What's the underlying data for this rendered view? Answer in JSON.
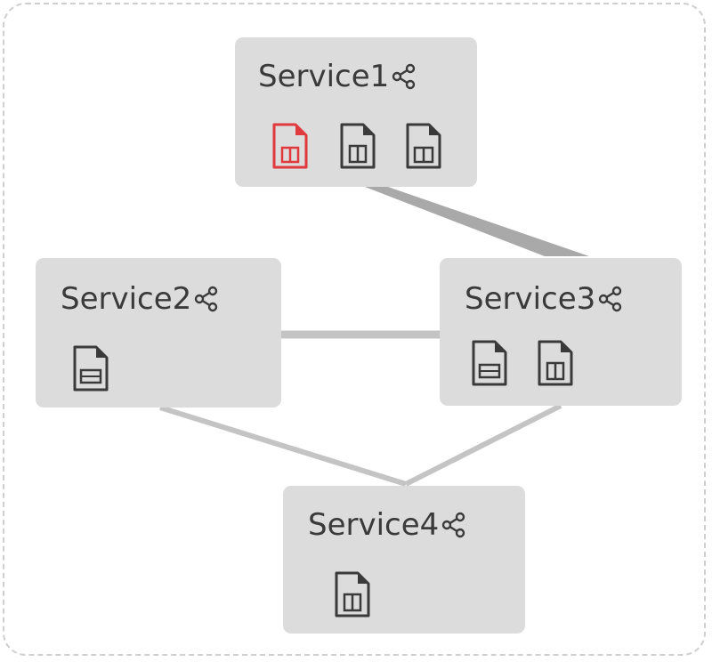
{
  "diagram": {
    "nodes": [
      {
        "id": "n1",
        "label": "Service1",
        "icons": [
          "file-icon-alert",
          "file-icon",
          "file-icon"
        ]
      },
      {
        "id": "n2",
        "label": "Service2",
        "icons": [
          "file-icon"
        ]
      },
      {
        "id": "n3",
        "label": "Service3",
        "icons": [
          "file-icon",
          "file-icon"
        ]
      },
      {
        "id": "n4",
        "label": "Service4",
        "icons": [
          "file-icon"
        ]
      }
    ],
    "edges": [
      {
        "from": "Service1",
        "to": "Service3",
        "emphasis": "thick"
      },
      {
        "from": "Service2",
        "to": "Service3",
        "emphasis": "normal"
      },
      {
        "from": "Service2",
        "to": "Service4",
        "emphasis": "normal"
      },
      {
        "from": "Service3",
        "to": "Service4",
        "emphasis": "normal"
      }
    ],
    "colors": {
      "node_fill": "#dcdcdc",
      "edge": "#c4c4c4",
      "edge_thick": "#a9a9a9",
      "icon_stroke": "#3a3a3a",
      "icon_alert": "#e0393e"
    }
  }
}
